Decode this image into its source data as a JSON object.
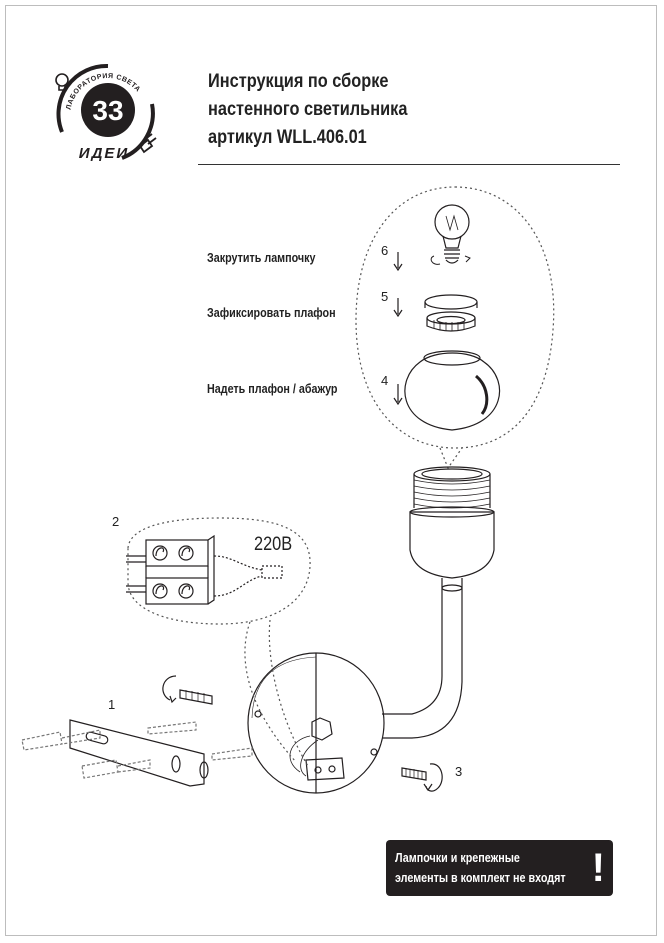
{
  "logo": {
    "arc_text": "ЛАБОРАТОРИЯ СВЕТА",
    "number": "33",
    "word": "ИДЕИ"
  },
  "title": {
    "line1": "Инструкция по сборке",
    "line2": "настенного светильника",
    "line3": "артикул WLL.406.01"
  },
  "steps": {
    "s6": {
      "num": "6",
      "label": "Закрутить лампочку"
    },
    "s5": {
      "num": "5",
      "label": "Зафиксировать плафон"
    },
    "s4": {
      "num": "4",
      "label": "Надеть плафон / абажур"
    },
    "s2": {
      "num": "2"
    },
    "s1": {
      "num": "1"
    },
    "s3": {
      "num": "3"
    }
  },
  "wiring": {
    "voltage": "220В"
  },
  "notice": {
    "line1": "Лампочки  и крепежные",
    "line2": "элементы в комплект не входят",
    "mark": "!"
  }
}
